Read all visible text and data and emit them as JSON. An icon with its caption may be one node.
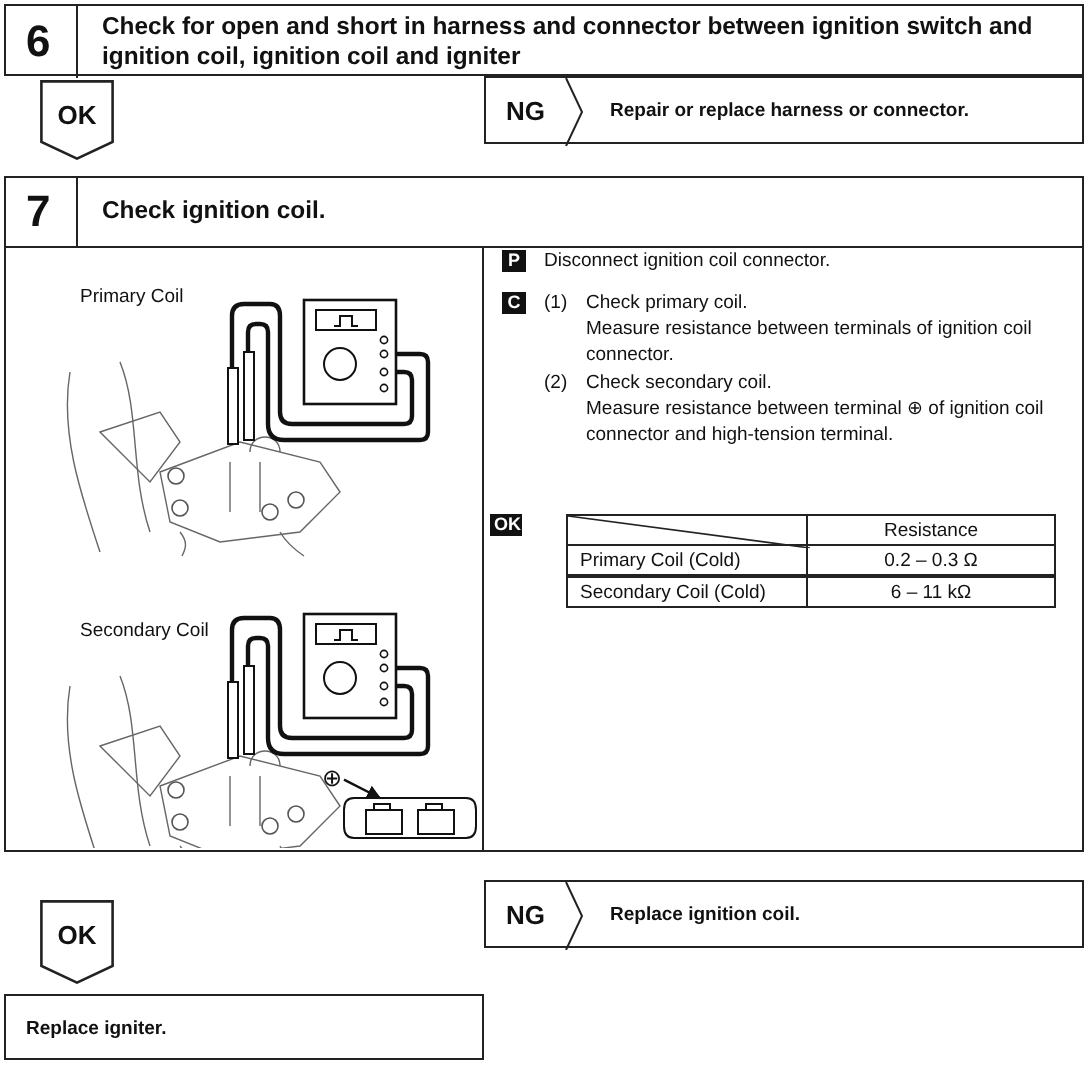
{
  "diagram": {
    "nodes": [
      {
        "text": [
          "6",
          "Check for open and short in harness and connector between ignition switch and ignition coil, ignition coil and igniter"
        ]
      },
      {
        "text": [
          "OK"
        ]
      },
      {
        "text": [
          "NG",
          "Repair or replace harness or connector."
        ]
      },
      {
        "text": [
          "7",
          "Check ignition coil."
        ]
      },
      {
        "text": [
          "⊕"
        ],
        "in": 3
      },
      {
        "text": [],
        "shape": "picture",
        "in": 3
      },
      {
        "text": [
          "OK"
        ]
      },
      {
        "text": [
          "NG",
          "Replace ignition coil."
        ]
      },
      {
        "text": [
          "Replace igniter."
        ]
      }
    ],
    "edges": [
      {
        "from": 4,
        "to": 5,
        "arrow": "to"
      }
    ],
    "labels": [
      "Primary Coil",
      "P",
      "Disconnect ignition coil connector.",
      "C",
      "(1)",
      "Check primary coil.",
      "Measure resistance between terminals of ignition coil connector.",
      "(2)",
      "Check secondary coil.",
      "Measure resistance between terminal ⊕ of ignition coil connector and high-tension terminal.",
      "OK",
      "Resistance",
      "Primary Coil (Cold)",
      "0.2 – 0.3 Ω",
      "Secondary Coil (Cold)",
      "6 – 11 kΩ",
      "Secondary Coil"
    ]
  }
}
